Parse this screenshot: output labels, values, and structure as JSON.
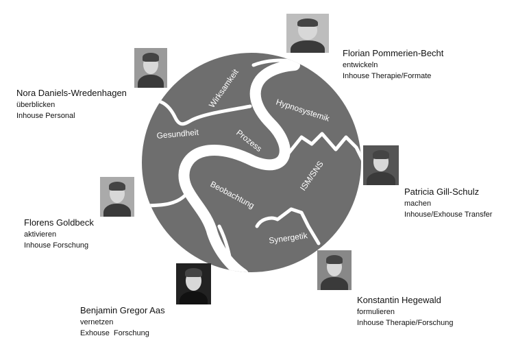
{
  "diagram": {
    "segments": [
      "Wirksamkeit",
      "Gesundheit",
      "Prozess",
      "Hypnosystemik",
      "ISM/SNS",
      "Beobachtung",
      "Synergetik"
    ],
    "colors": {
      "disc": "#6e6e6e",
      "river": "#ffffff",
      "label": "#ffffff"
    }
  },
  "people": [
    {
      "name": "Nora Daniels-Wredenhagen",
      "role": "überblicken",
      "unit": "Inhouse Personal"
    },
    {
      "name": "Florian Pommerien-Becht",
      "role": "entwickeln",
      "unit": "Inhouse Therapie/Formate"
    },
    {
      "name": "Patricia Gill-Schulz",
      "role": "machen",
      "unit": "Inhouse/Exhouse Transfer"
    },
    {
      "name": "Florens Goldbeck",
      "role": "aktivieren",
      "unit": "Inhouse Forschung"
    },
    {
      "name": "Benjamin Gregor Aas",
      "role": "vernetzen",
      "unit": "Exhouse  Forschung"
    },
    {
      "name": "Konstantin Hegewald",
      "role": "formulieren",
      "unit": "Inhouse Therapie/Forschung"
    }
  ]
}
